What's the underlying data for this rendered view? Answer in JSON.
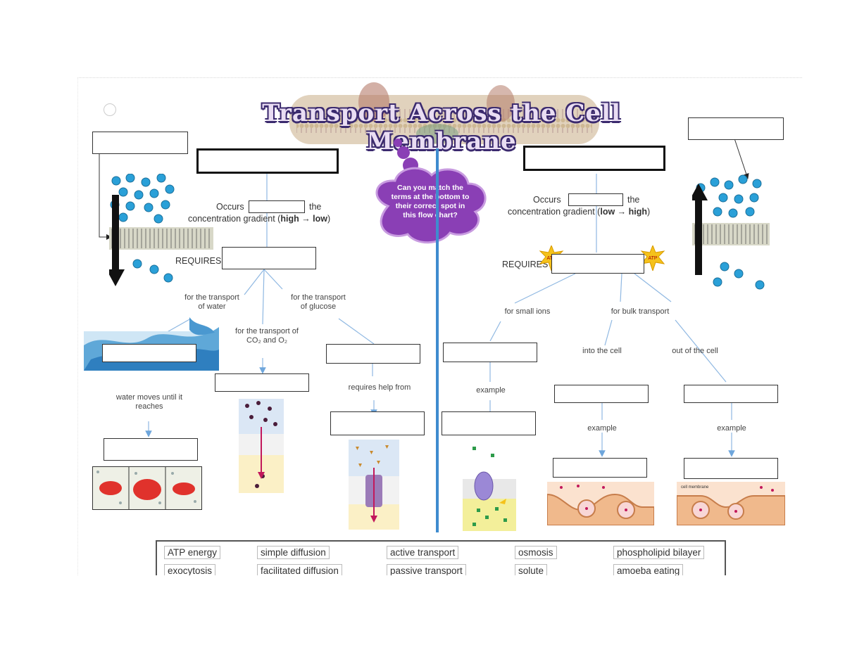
{
  "title": "Transport Across the Cell Membrane",
  "prompt": "Can you match the terms at the bottom to their correct spot in this flow chart?",
  "passive": {
    "occurs_prefix": "Occurs",
    "occurs_suffix": "the",
    "gradient_text": "concentration gradient (",
    "gradient_dir": "high → low",
    "gradient_close": ")",
    "requires": "REQUIRES",
    "transport_water": "for the transport of water",
    "transport_glucose": "for the transport of glucose",
    "transport_gases": "for the transport of CO₂ and O₂",
    "water_moves": "water moves until it reaches",
    "requires_help": "requires help from"
  },
  "active": {
    "occurs_prefix": "Occurs",
    "occurs_suffix": "the",
    "gradient_text": "concentration gradient (",
    "gradient_dir": "low → high",
    "gradient_close": ")",
    "requires": "REQUIRES",
    "small_ions": "for small ions",
    "bulk": "for bulk transport",
    "into_cell": "into the cell",
    "out_cell": "out of the cell",
    "example_1": "example",
    "example_2": "example",
    "example_3": "example",
    "atp_label": "ATP",
    "cell_membrane": "cell membrane"
  },
  "word_bank": [
    [
      "ATP energy",
      "simple diffusion",
      "active transport",
      "osmosis",
      "phospholipid bilayer"
    ],
    [
      "exocytosis",
      "facilitated diffusion",
      "passive transport",
      "solute",
      "amoeba eating"
    ]
  ],
  "colors": {
    "divider": "#3f8ccf",
    "molecule": "#2aa0d8",
    "cloud": "#8a3fb5",
    "arrow": "#7aaee0",
    "cell": "#e0322c"
  }
}
